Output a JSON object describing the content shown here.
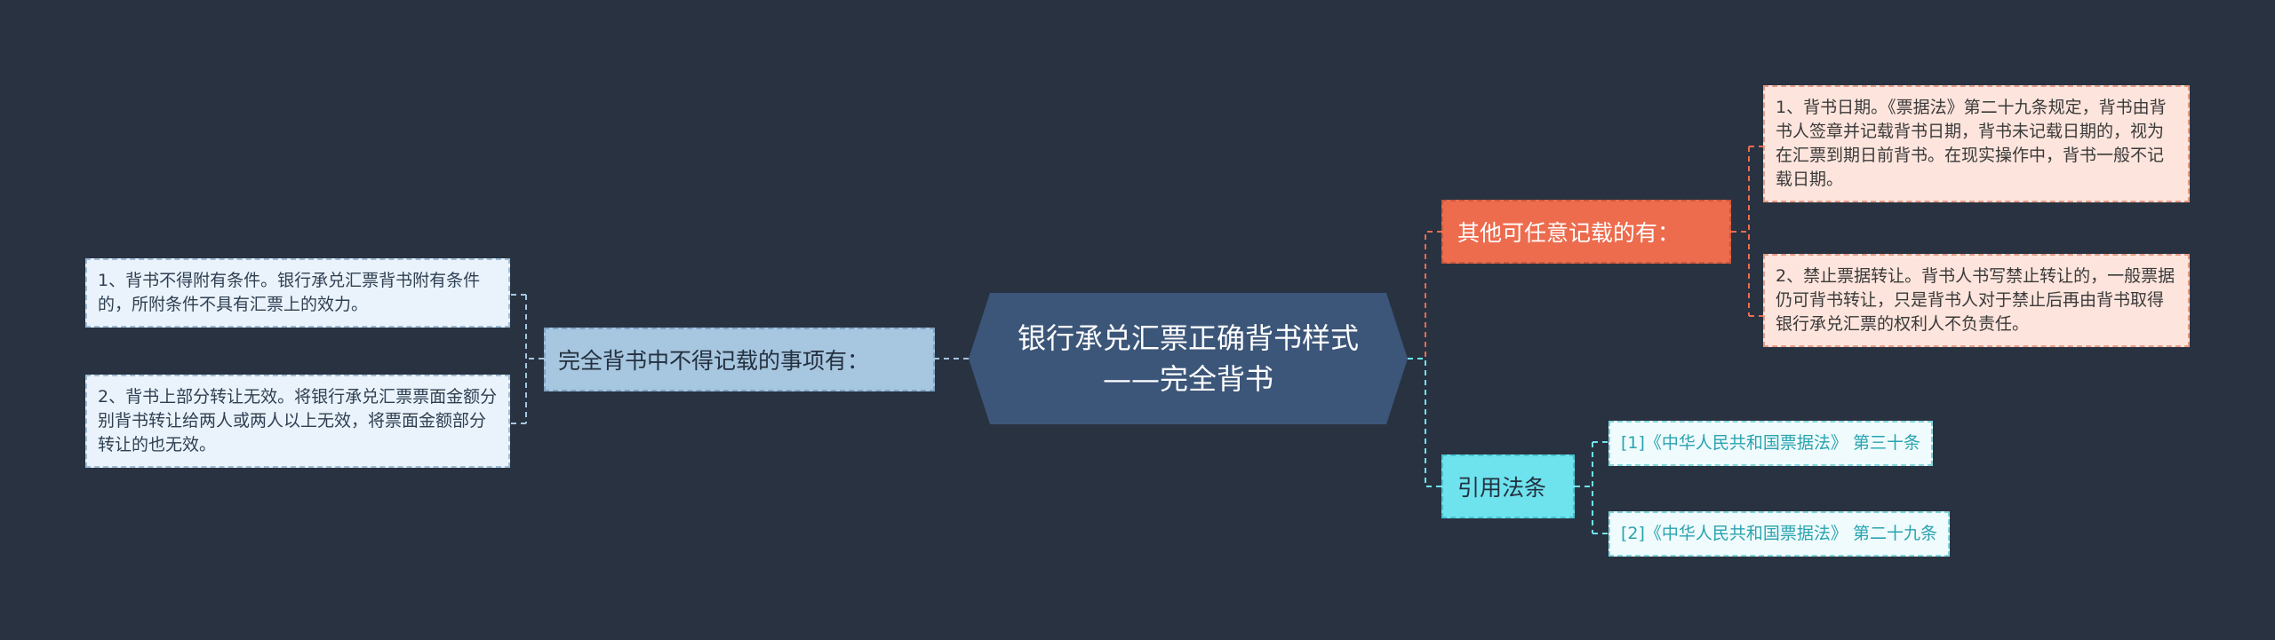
{
  "diagram": {
    "root": {
      "label": "银行承兑汇票正确背书样式——完全背书"
    },
    "left_branch": {
      "label": "完全背书中不得记载的事项有：",
      "children": [
        "1、背书不得附有条件。银行承兑汇票背书附有条件的，所附条件不具有汇票上的效力。",
        "2、背书上部分转让无效。将银行承兑汇票票面金额分别背书转让给两人或两人以上无效，将票面金额部分转让的也无效。"
      ]
    },
    "right_top_branch": {
      "label": "其他可任意记载的有：",
      "children": [
        "1、背书日期。《票据法》第二十九条规定，背书由背书人签章并记载背书日期，背书未记载日期的，视为在汇票到期日前背书。在现实操作中，背书一般不记载日期。",
        "2、禁止票据转让。背书人书写禁止转让的，一般票据仍可背书转让，只是背书人对于禁止后再由背书取得银行承兑汇票的权利人不负责任。"
      ]
    },
    "right_bottom_branch": {
      "label": "引用法条",
      "children": [
        "[1]《中华人民共和国票据法》 第三十条",
        "[2]《中华人民共和国票据法》 第二十九条"
      ]
    }
  },
  "colors": {
    "background": "#293241",
    "root": "#3c5679",
    "left_branch": "#a7c6df",
    "orange_branch": "#ed6c4e",
    "cyan_branch": "#6ee3ee",
    "orange_leaf": "#fde4dc",
    "blue_leaf": "#eaf3fb",
    "cyan_leaf_text": "#2aa3b0"
  }
}
